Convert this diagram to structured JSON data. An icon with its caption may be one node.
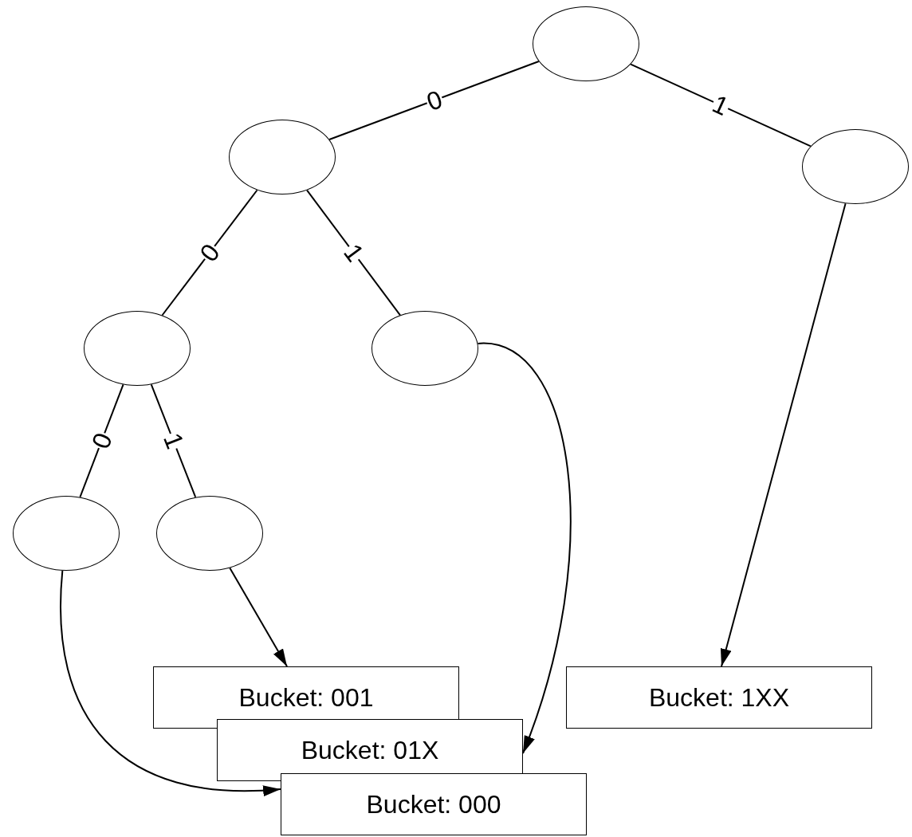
{
  "diagram": {
    "nodes": [
      {
        "text": [],
        "shape": "circle"
      },
      {
        "text": [],
        "shape": "circle"
      },
      {
        "text": [],
        "shape": "circle"
      },
      {
        "text": [],
        "shape": "circle"
      },
      {
        "text": [],
        "shape": "circle"
      },
      {
        "text": [],
        "shape": "circle"
      },
      {
        "text": [],
        "shape": "circle"
      },
      {
        "text": [
          "Bucket: 001"
        ]
      },
      {
        "text": [
          "Bucket: 1XX"
        ]
      },
      {
        "text": [
          "Bucket: 01X"
        ]
      },
      {
        "text": [
          "Bucket: 000"
        ]
      }
    ],
    "edges": [
      {
        "from": 0,
        "to": 1,
        "arrow": "none",
        "label": "0"
      },
      {
        "from": 0,
        "to": 2,
        "arrow": "none",
        "label": "1"
      },
      {
        "from": 1,
        "to": 3,
        "arrow": "none",
        "label": "0"
      },
      {
        "from": 1,
        "to": 4,
        "arrow": "none",
        "label": "1"
      },
      {
        "from": 3,
        "to": 5,
        "arrow": "none",
        "label": "0"
      },
      {
        "from": 3,
        "to": 6,
        "arrow": "none",
        "label": "1"
      },
      {
        "from": 6,
        "to": 7,
        "arrow": "to"
      },
      {
        "from": 4,
        "to": 9,
        "arrow": "to"
      },
      {
        "from": 2,
        "to": 8,
        "arrow": "to"
      },
      {
        "from": 5,
        "to": 10,
        "arrow": "to"
      }
    ]
  }
}
